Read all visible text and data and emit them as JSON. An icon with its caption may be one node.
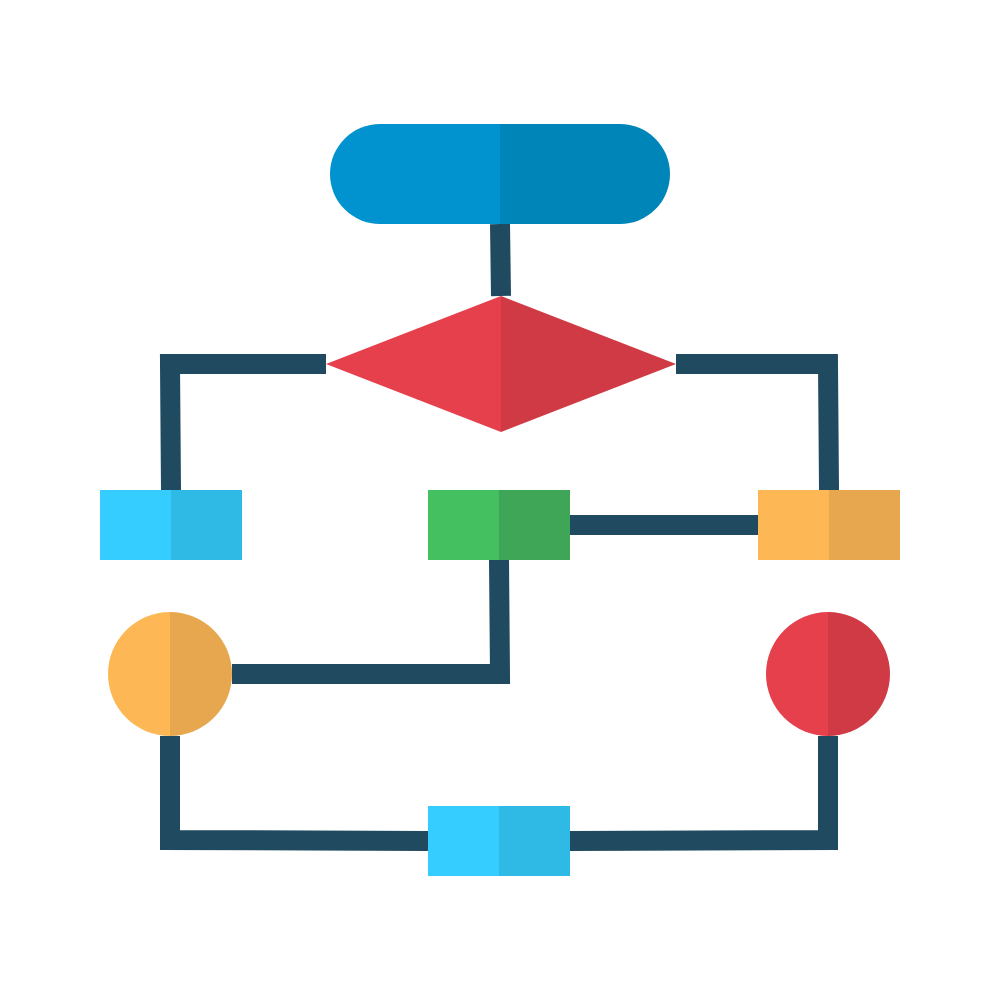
{
  "diagram": {
    "nodes": [
      {
        "text": [],
        "shape": "pill"
      },
      {
        "text": [],
        "shape": "diamond"
      },
      {
        "text": [],
        "shape": "box"
      },
      {
        "text": [],
        "shape": "box"
      },
      {
        "text": [],
        "shape": "box"
      },
      {
        "text": [],
        "shape": "circle"
      },
      {
        "text": [],
        "shape": "circle"
      },
      {
        "text": [],
        "shape": "box"
      }
    ],
    "edges": [
      {
        "from": 0,
        "to": 1,
        "arrow": "none"
      },
      {
        "from": 1,
        "to": 2,
        "arrow": "none"
      },
      {
        "from": 1,
        "to": 4,
        "arrow": "none"
      },
      {
        "from": 3,
        "to": 4,
        "arrow": "none"
      },
      {
        "from": 3,
        "to": 5,
        "arrow": "none"
      },
      {
        "from": 5,
        "to": 7,
        "arrow": "none"
      },
      {
        "from": 6,
        "to": 7,
        "arrow": "none"
      }
    ]
  }
}
